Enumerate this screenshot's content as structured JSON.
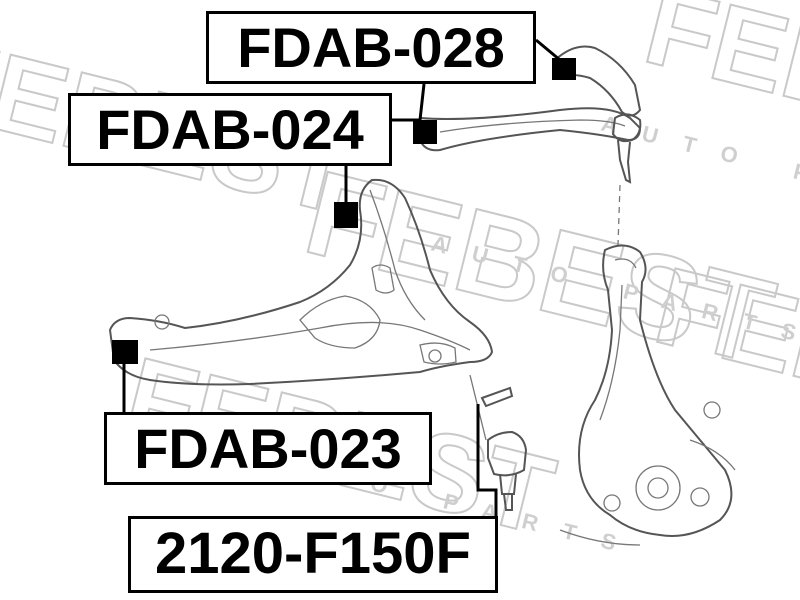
{
  "watermark": {
    "brand": "FEBEST",
    "tagline": "AUTO PARTS"
  },
  "labels": {
    "upper_arm_front_bushing": "FDAB-028",
    "upper_arm_rear_bushing": "FDAB-024",
    "lower_arm_bushing": "FDAB-023",
    "ball_joint": "2120-F150F"
  },
  "colors": {
    "label_border": "#000000",
    "bushing_marker": "#000000",
    "watermark": "#c9c9c9"
  }
}
